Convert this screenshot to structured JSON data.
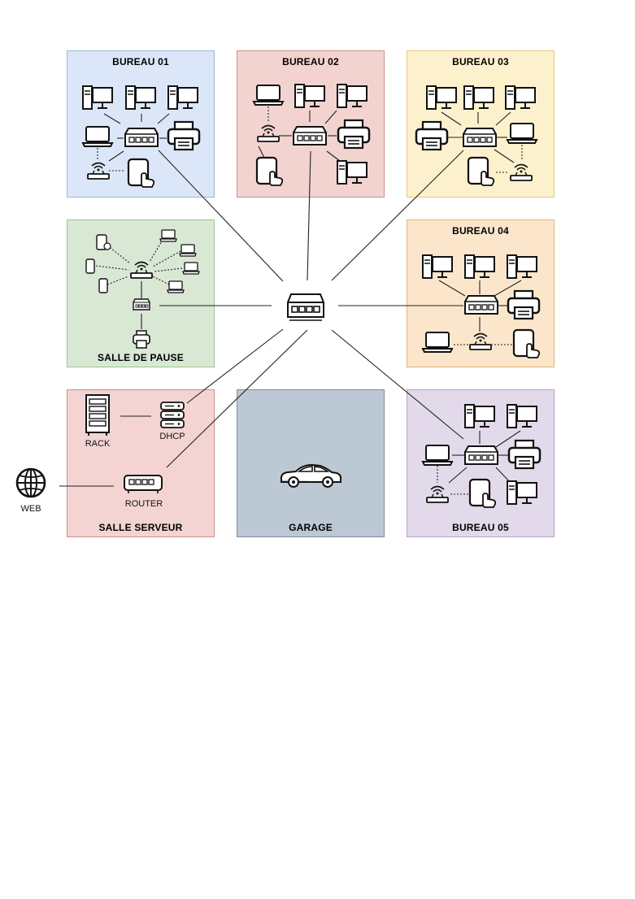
{
  "rooms": {
    "bureau01": {
      "title": "BUREAU 01",
      "fill": "#dbe7f8",
      "border": "#9cb4dc"
    },
    "bureau02": {
      "title": "BUREAU 02",
      "fill": "#f2d3d0",
      "border": "#cf8f89"
    },
    "bureau03": {
      "title": "BUREAU 03",
      "fill": "#fdf1cd",
      "border": "#e5c97e"
    },
    "bureau04": {
      "title": "BUREAU 04",
      "fill": "#fbe6cc",
      "border": "#e5b477"
    },
    "bureau05": {
      "title": "BUREAU 05",
      "fill": "#e2d9ea",
      "border": "#b4a3c6"
    },
    "pause": {
      "title": "SALLE DE PAUSE",
      "fill": "#d9e8d4",
      "border": "#9ec38f"
    },
    "serveur": {
      "title": "SALLE SERVEUR",
      "fill": "#f3d4d2",
      "border": "#cf8f89"
    },
    "garage": {
      "title": "GARAGE",
      "fill": "#bcc8d3",
      "border": "#7f8d9b"
    }
  },
  "labels": {
    "rack": "RACK",
    "dhcp": "DHCP",
    "router": "ROUTER",
    "web": "WEB"
  },
  "icons": {
    "central_switch": "network-switch-icon",
    "desktop": "desktop-computer-icon",
    "laptop": "laptop-icon",
    "printer": "printer-icon",
    "switch": "network-switch-icon",
    "wifi_router": "wifi-access-point-icon",
    "tablet": "tablet-touch-icon",
    "phone": "smartphone-icon",
    "rack": "server-rack-icon",
    "dhcp": "dhcp-server-icon",
    "router": "router-icon",
    "web": "globe-icon",
    "car": "car-icon"
  }
}
